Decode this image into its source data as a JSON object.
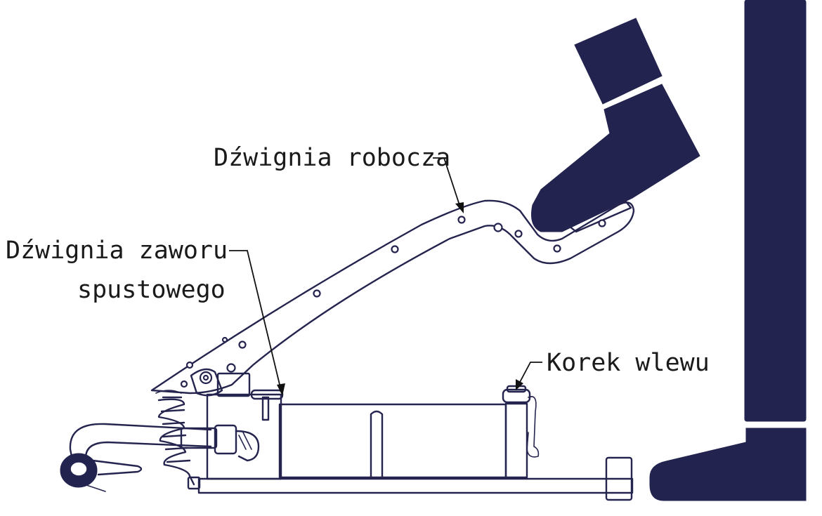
{
  "labels": {
    "working_lever": "Dźwignia robocza",
    "valve_lever_line1": "Dźwignia zaworu",
    "valve_lever_line2": "spustowego",
    "filler_cap": "Korek wlewu"
  },
  "colors": {
    "drawing": "#22234e",
    "text": "#1a1a1a",
    "background": "#ffffff"
  }
}
